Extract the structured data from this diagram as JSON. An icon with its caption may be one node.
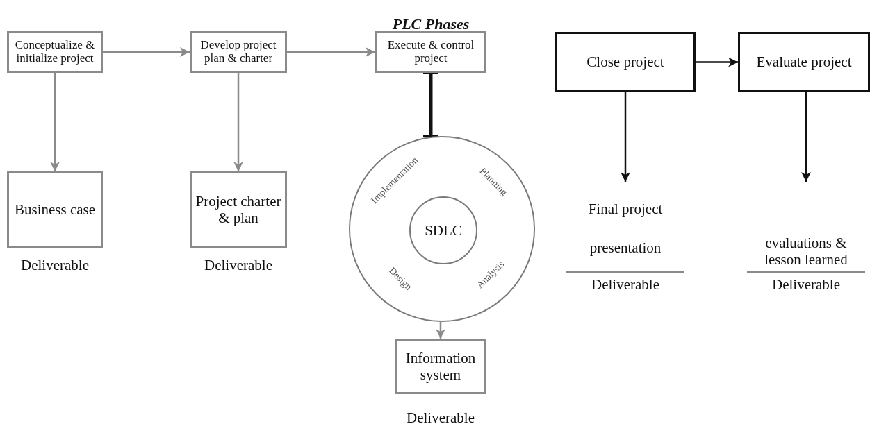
{
  "diagram": {
    "title": "PLC Phases",
    "nodes": [
      {
        "text": [
          "Conceptualize & initialize project"
        ]
      },
      {
        "text": [
          "Develop project plan & charter"
        ]
      },
      {
        "text": [
          "Execute & control project"
        ]
      },
      {
        "text": [
          "Close project"
        ]
      },
      {
        "text": [
          "Evaluate project"
        ]
      },
      {
        "text": [
          "Business case"
        ],
        "beside": [
          "Deliverable"
        ]
      },
      {
        "text": [
          "Project charter & plan"
        ],
        "beside": [
          "Deliverable"
        ]
      },
      {
        "text": [
          "Implementation",
          "Planning",
          "Design",
          "Analysis"
        ]
      },
      {
        "text": [
          "SDLC"
        ],
        "in": 7
      },
      {
        "text": [
          "Information system"
        ],
        "beside": [
          "Deliverable"
        ]
      },
      {
        "text": [
          "Final project presentation"
        ],
        "beside": [
          "Deliverable"
        ]
      },
      {
        "text": [
          "evaluations & lesson learned"
        ],
        "beside": [
          "Deliverable"
        ]
      }
    ],
    "edges": [
      {
        "from": 0,
        "to": 1,
        "arrow": "to"
      },
      {
        "from": 1,
        "to": 2,
        "arrow": "to"
      },
      {
        "from": 2,
        "to": 7,
        "arrow": "other",
        "style": "thick",
        "color": "#111111"
      },
      {
        "from": 3,
        "to": 4,
        "arrow": "to",
        "color": "#111111"
      },
      {
        "from": 0,
        "to": 5,
        "arrow": "to"
      },
      {
        "from": 1,
        "to": 6,
        "arrow": "to"
      },
      {
        "from": 7,
        "to": 9,
        "arrow": "to"
      },
      {
        "from": 3,
        "to": 10,
        "arrow": "to",
        "color": "#111111"
      },
      {
        "from": 4,
        "to": 11,
        "arrow": "to",
        "color": "#111111"
      }
    ]
  }
}
